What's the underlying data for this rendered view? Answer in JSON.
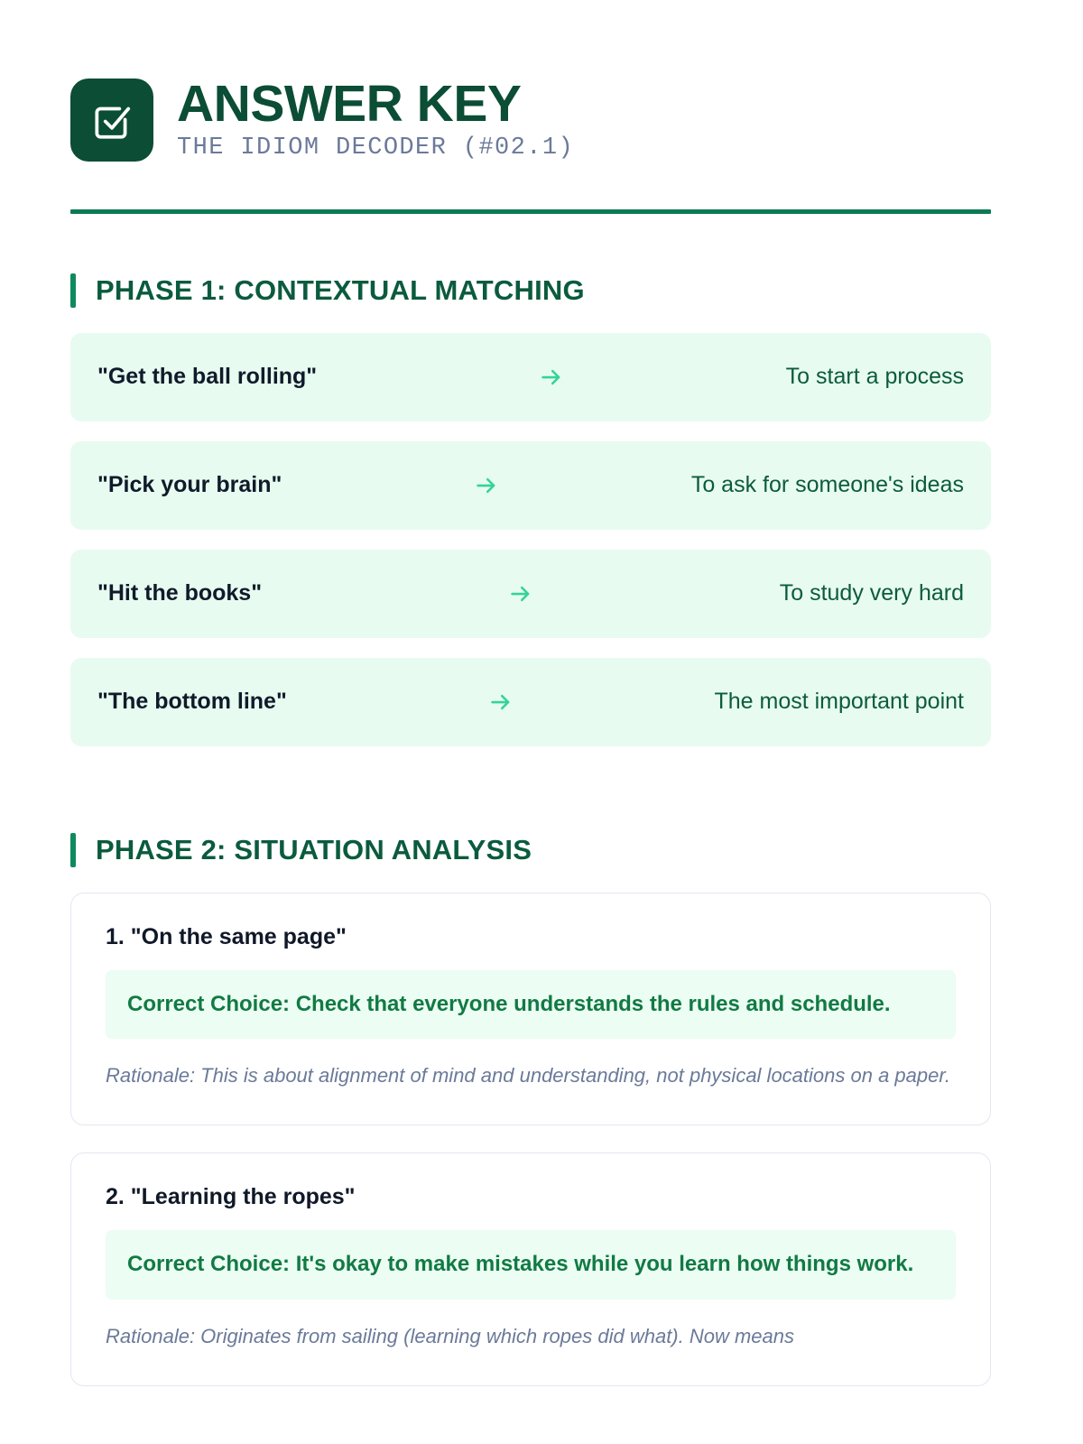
{
  "header": {
    "logo_icon": "checkbox-check-icon",
    "title": "ANSWER KEY",
    "subtitle": "THE IDIOM DECODER (#02.1)"
  },
  "colors": {
    "brand_dark_green": "#0B4D35",
    "heading_green": "#0B5B3E",
    "accent_bar_green": "#0E8A5F",
    "rule_green": "#0B7A55",
    "arrow_green": "#34D399",
    "answer_green": "#117A43",
    "row_bg_mint": "#E8FBF0",
    "answer_bg_mint": "#ECFDF3",
    "card_border": "#E4E7F0",
    "muted_slate": "#6B7A99",
    "ink": "#101828"
  },
  "phase1": {
    "heading": "PHASE 1: CONTEXTUAL MATCHING",
    "arrow_icon": "arrow-right-icon",
    "matches": [
      {
        "term": "\"Get the ball rolling\"",
        "definition": "To start a process"
      },
      {
        "term": "\"Pick your brain\"",
        "definition": "To ask for someone's ideas"
      },
      {
        "term": "\"Hit the books\"",
        "definition": "To study very hard"
      },
      {
        "term": "\"The bottom line\"",
        "definition": "The most important point"
      }
    ]
  },
  "phase2": {
    "heading": "PHASE 2: SITUATION ANALYSIS",
    "questions": [
      {
        "title": "1. \"On the same page\"",
        "answer": "Correct Choice: Check that everyone understands the rules and schedule.",
        "rationale": "Rationale: This is about alignment of mind and understanding, not physical locations on a paper."
      },
      {
        "title": "2. \"Learning the ropes\"",
        "answer": "Correct Choice: It's okay to make mistakes while you learn how things work.",
        "rationale": "Rationale: Originates from sailing (learning which ropes did what). Now means"
      }
    ]
  }
}
